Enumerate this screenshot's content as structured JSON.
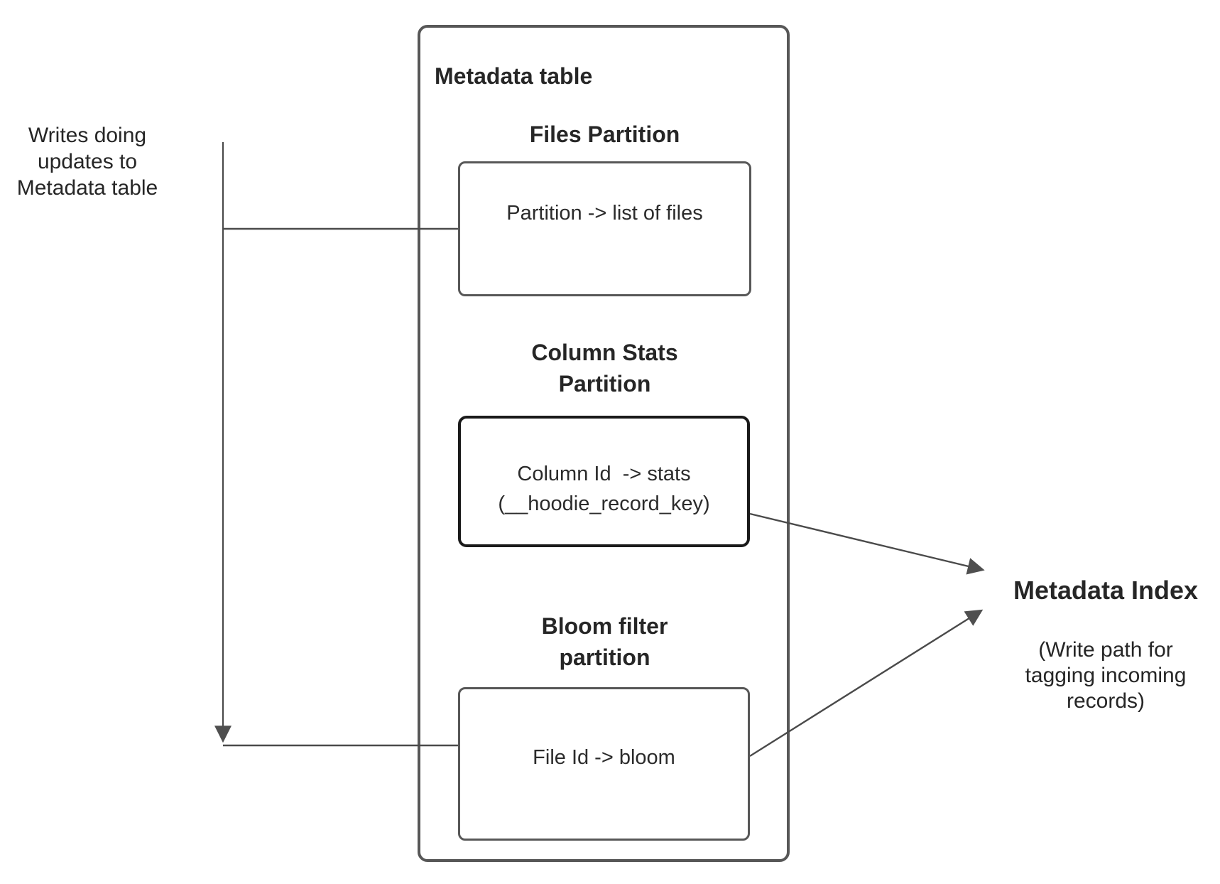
{
  "metadata_table": {
    "title": "Metadata table",
    "files_partition": {
      "heading": "Files Partition",
      "mapping": "Partition -> list of files"
    },
    "column_stats_partition": {
      "heading": "Column Stats\nPartition",
      "mapping": "Column Id  -> stats\n(__hoodie_record_key)"
    },
    "bloom_filter_partition": {
      "heading": "Bloom filter\npartition",
      "mapping": "File Id -> bloom"
    }
  },
  "writes_note": "Writes doing\nupdates to\nMetadata table",
  "metadata_index": {
    "title": "Metadata Index",
    "subtitle": "(Write path for\ntagging incoming\nrecords)"
  },
  "colors": {
    "box_border_gray": "#575757",
    "box_border_dark": "#1a1a1a",
    "connector_line": "#4a4a4a",
    "arrowhead_fill": "#4f4f4f",
    "text": "#262626",
    "background": "#ffffff"
  }
}
